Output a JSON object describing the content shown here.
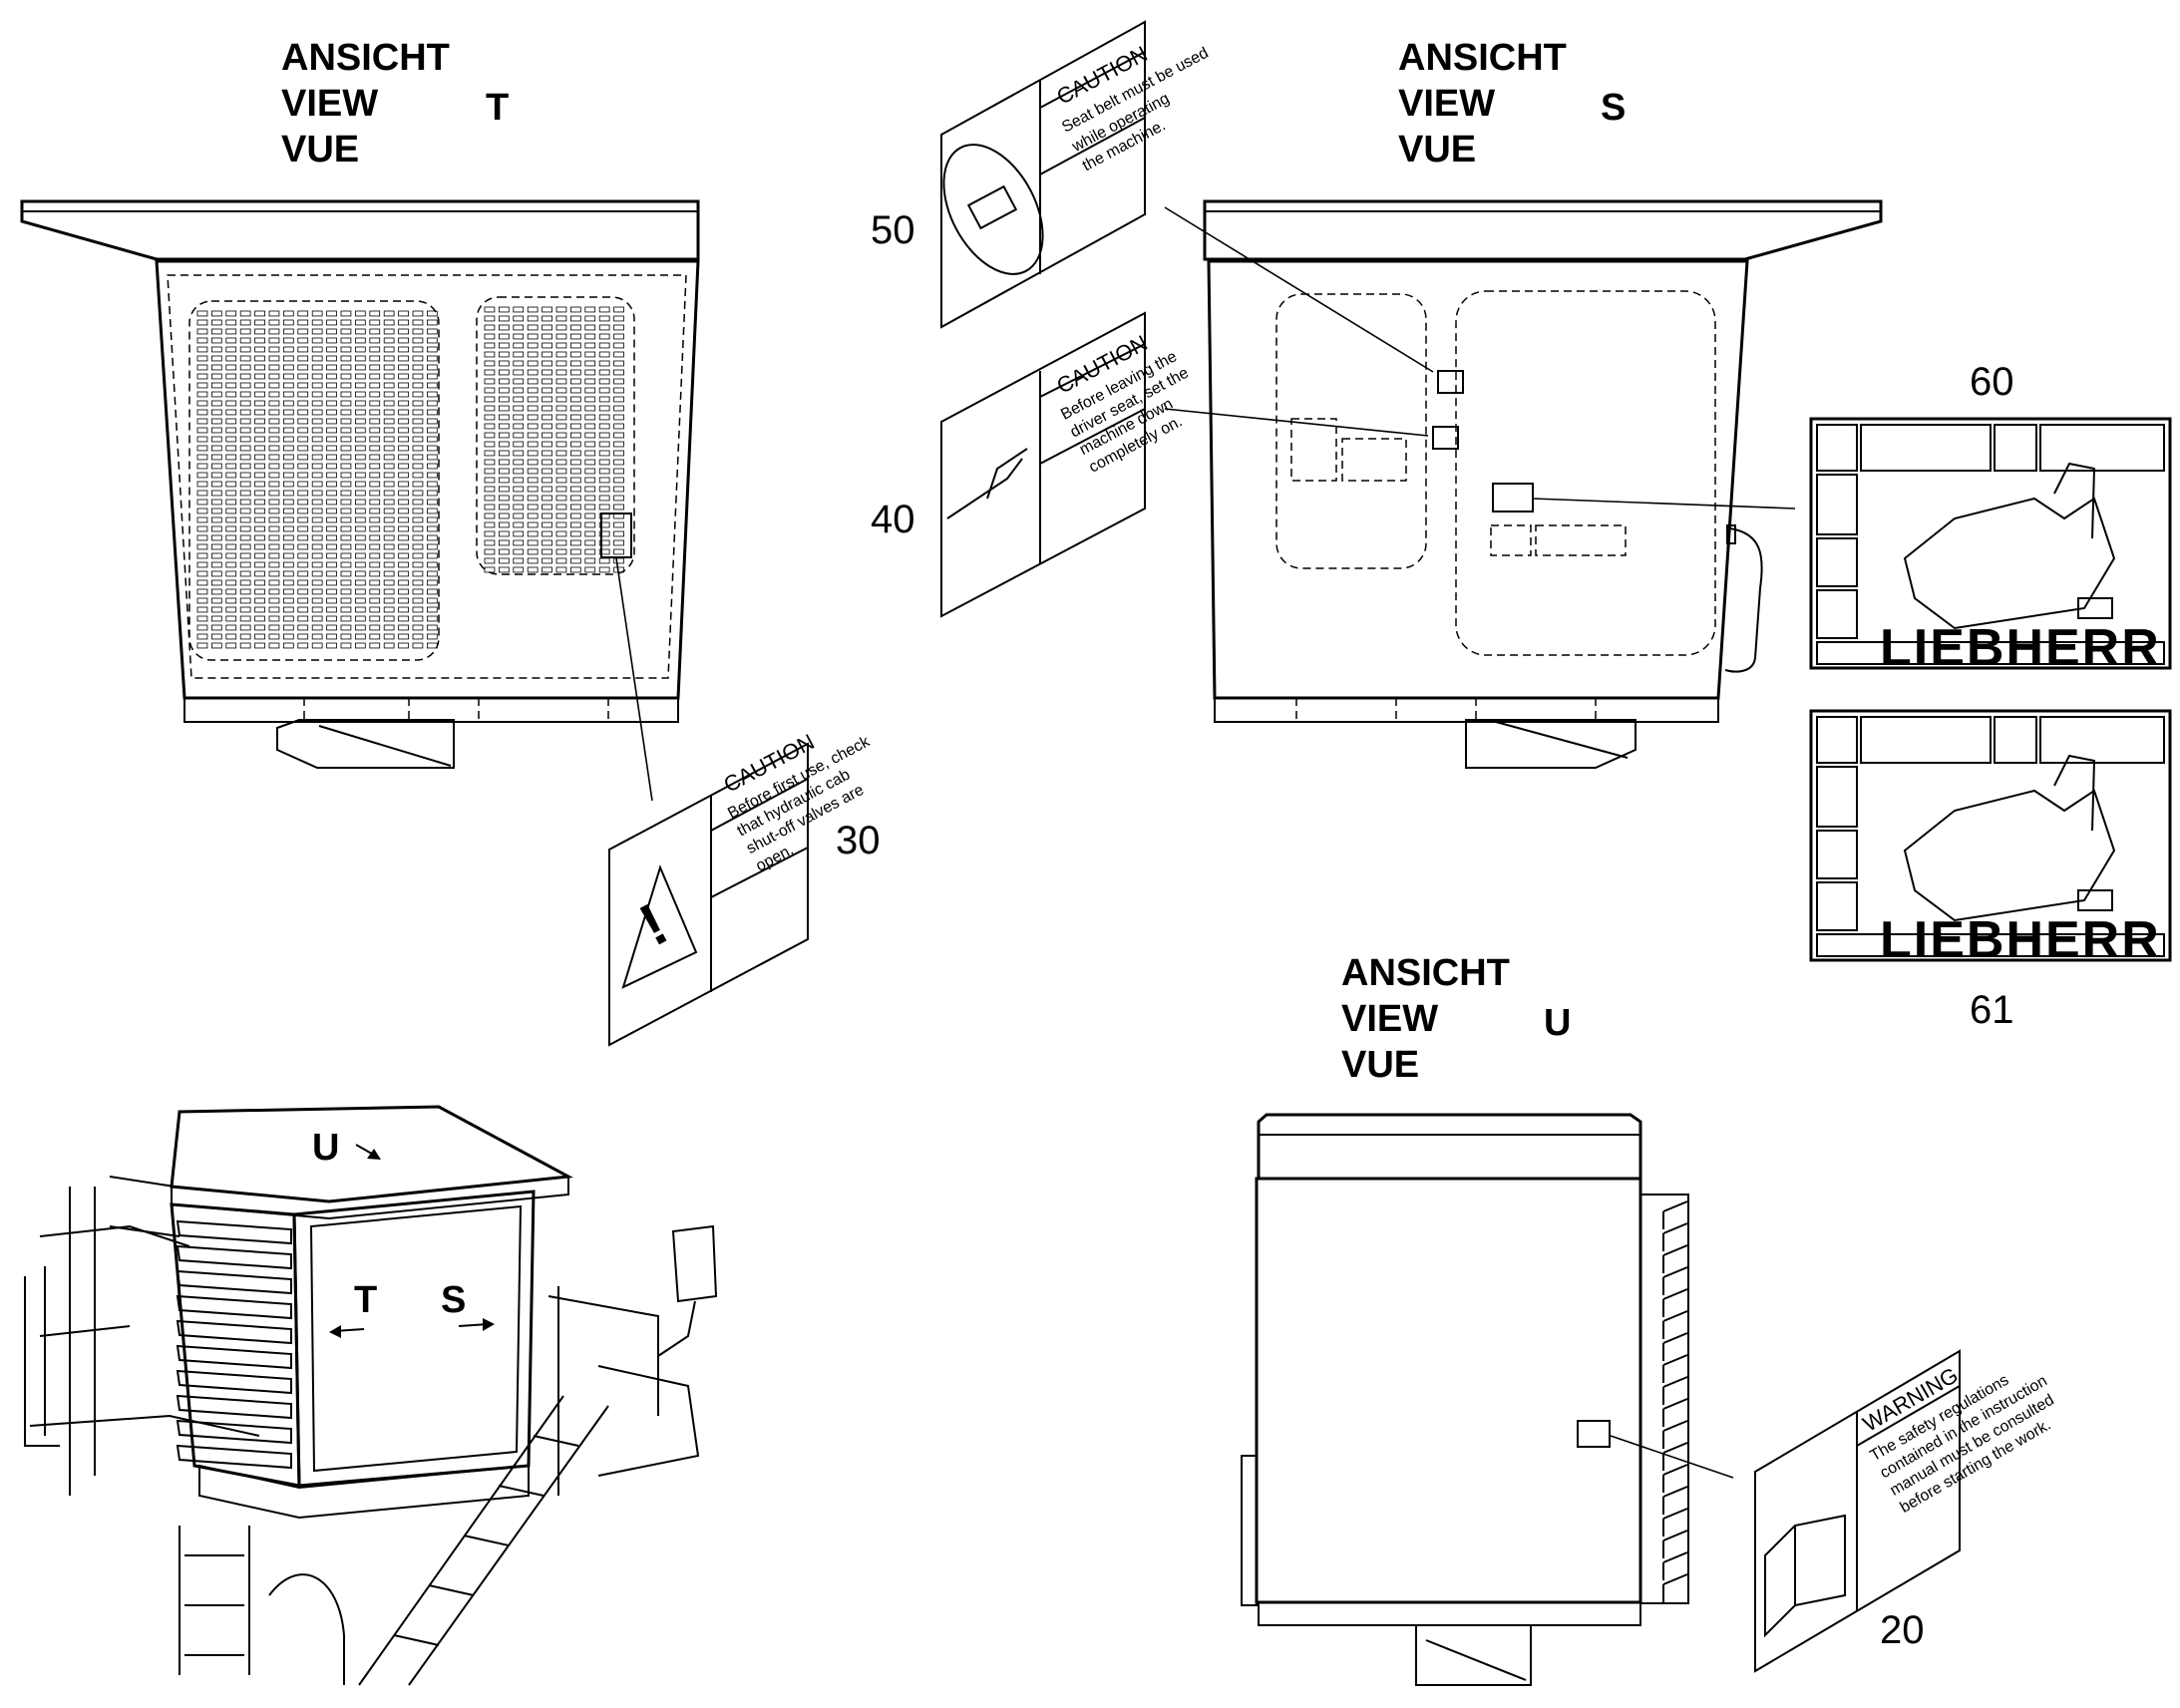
{
  "views": {
    "t": {
      "line1": "ANSICHT",
      "line2": "VIEW",
      "line3": "VUE",
      "letter": "T"
    },
    "s": {
      "line1": "ANSICHT",
      "line2": "VIEW",
      "line3": "VUE",
      "letter": "S"
    },
    "u": {
      "line1": "ANSICHT",
      "line2": "VIEW",
      "line3": "VUE",
      "letter": "U"
    }
  },
  "callouts": {
    "c20": "20",
    "c30": "30",
    "c40": "40",
    "c50": "50",
    "c60": "60",
    "c61": "61"
  },
  "arrows": {
    "u": "U",
    "t": "T",
    "s": "S"
  },
  "decals": {
    "d30": {
      "heading": "CAUTION",
      "text": [
        "Before first use, check",
        "that hydraulic cab",
        "shut-off valves are",
        "open."
      ]
    },
    "d40": {
      "heading": "CAUTION",
      "text": [
        "Before leaving the",
        "driver seat, set the",
        "machine down",
        "completely on."
      ]
    },
    "d50": {
      "heading": "CAUTION",
      "text": [
        "Seat belt must be used",
        "while operating",
        "the machine."
      ]
    },
    "d20": {
      "heading": "WARNING",
      "text": [
        "The safety regulations",
        "contained in the instruction",
        "manual must be consulted",
        "before starting the work."
      ]
    },
    "d60": {
      "brand": "LIEBHERR"
    },
    "d61": {
      "brand": "LIEBHERR"
    }
  }
}
